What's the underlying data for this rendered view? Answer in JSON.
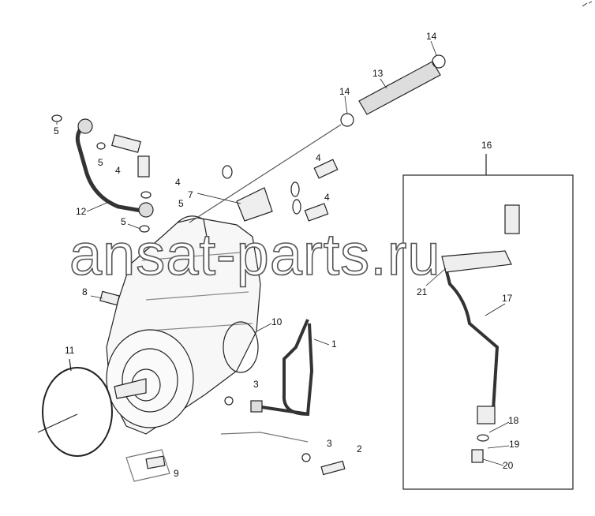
{
  "watermark": "ansat-parts.ru",
  "callouts": [
    {
      "id": "c14a",
      "text": "14"
    },
    {
      "id": "c13",
      "text": "13"
    },
    {
      "id": "c14b",
      "text": "14"
    },
    {
      "id": "c16",
      "text": "16"
    },
    {
      "id": "c5a",
      "text": "5"
    },
    {
      "id": "c5b",
      "text": "5"
    },
    {
      "id": "c4a",
      "text": "4"
    },
    {
      "id": "c4b",
      "text": "4"
    },
    {
      "id": "c5c",
      "text": "5"
    },
    {
      "id": "c12",
      "text": "12"
    },
    {
      "id": "c7",
      "text": "7"
    },
    {
      "id": "c4c",
      "text": "4"
    },
    {
      "id": "c4d",
      "text": "4"
    },
    {
      "id": "c5d",
      "text": "5"
    },
    {
      "id": "c21",
      "text": "21"
    },
    {
      "id": "c17",
      "text": "17"
    },
    {
      "id": "c8",
      "text": "8"
    },
    {
      "id": "c10",
      "text": "10"
    },
    {
      "id": "c1",
      "text": "1"
    },
    {
      "id": "c11",
      "text": "11"
    },
    {
      "id": "c3a",
      "text": "3"
    },
    {
      "id": "c3b",
      "text": "3"
    },
    {
      "id": "c2",
      "text": "2"
    },
    {
      "id": "c9",
      "text": "9"
    },
    {
      "id": "c18",
      "text": "18"
    },
    {
      "id": "c19",
      "text": "19"
    },
    {
      "id": "c20",
      "text": "20"
    }
  ]
}
